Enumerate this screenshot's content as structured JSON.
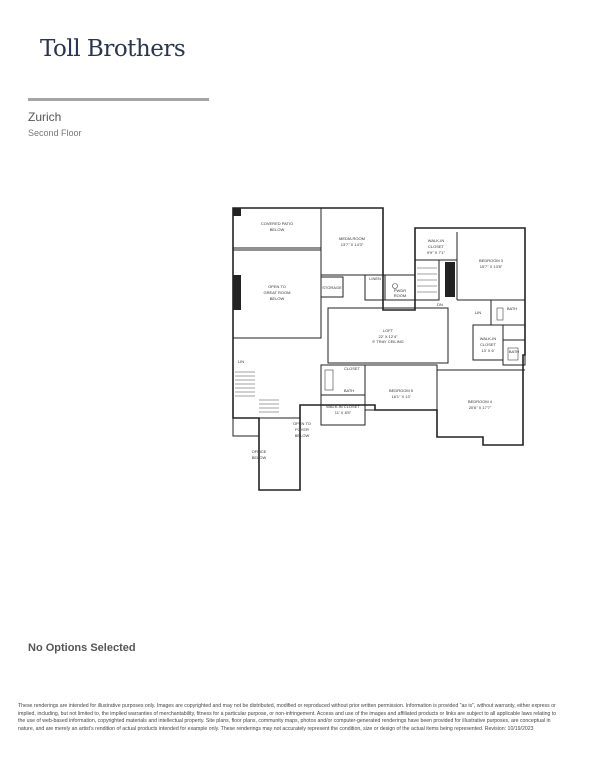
{
  "brand": {
    "logo_text": "Toll Brothers"
  },
  "plan": {
    "model_name": "Zurich",
    "floor_name": "Second Floor",
    "rooms": [
      {
        "id": "covered-patio",
        "lines": [
          "COVERED PATIO",
          "BELOW"
        ]
      },
      {
        "id": "media-room",
        "lines": [
          "MEDIA ROOM",
          "13'7\" X 14'3\""
        ]
      },
      {
        "id": "walk-in-closet-1",
        "lines": [
          "WALK-IN",
          "CLOSET",
          "9'9\" X 7'1\""
        ]
      },
      {
        "id": "bedroom-3",
        "lines": [
          "BEDROOM 3",
          "15'7\" X 13'8\""
        ]
      },
      {
        "id": "open-to-great-room",
        "lines": [
          "OPEN TO",
          "GREAT ROOM",
          "BELOW"
        ]
      },
      {
        "id": "storage",
        "lines": [
          "STORAGE"
        ]
      },
      {
        "id": "linen",
        "lines": [
          "LINEN"
        ]
      },
      {
        "id": "pwdr-room",
        "lines": [
          "PWDR",
          "ROOM"
        ]
      },
      {
        "id": "bath-3",
        "lines": [
          "BATH"
        ]
      },
      {
        "id": "loft",
        "lines": [
          "LOFT",
          "22' X 12'4\"",
          "9' TRAY CEILING"
        ]
      },
      {
        "id": "walk-in-closet-2",
        "lines": [
          "WALK-IN",
          "CLOSET",
          "13' X 6'"
        ]
      },
      {
        "id": "bath-4",
        "lines": [
          "BATH"
        ]
      },
      {
        "id": "closet",
        "lines": [
          "CLOSET"
        ]
      },
      {
        "id": "bath-2",
        "lines": [
          "BATH"
        ]
      },
      {
        "id": "bedroom-5",
        "lines": [
          "BEDROOM 5",
          "16'1\" X 13'"
        ]
      },
      {
        "id": "walk-in-closet-3",
        "lines": [
          "WALK-IN CLOSET",
          "11' X 8'5\""
        ]
      },
      {
        "id": "bedroom-4",
        "lines": [
          "BEDROOM 4",
          "20'6\" X 17'7\""
        ]
      },
      {
        "id": "open-to-foyer",
        "lines": [
          "OPEN TO",
          "FOYER",
          "BELOW"
        ]
      },
      {
        "id": "office",
        "lines": [
          "OFFICE",
          "BELOW"
        ]
      },
      {
        "id": "linen-2",
        "lines": [
          "LIN"
        ]
      },
      {
        "id": "dn",
        "lines": [
          "DN"
        ]
      },
      {
        "id": "lin-3",
        "lines": [
          "LIN"
        ]
      }
    ]
  },
  "options_status": "No Options Selected",
  "disclaimer": "These renderings are intended for illustrative purposes only. Images are copyrighted and may not be distributed, modified or reproduced without prior written permission. Information is provided \"as is\", without warranty, either express or implied, including, but not limited to, the implied warranties of merchantability, fitness for a particular purpose, or non-infringement. Access and use of the images and affiliated products or links are subject to all applicable laws relating to the use of web-based information, copyrighted materials and intellectual property. Site plans, floor plans, community maps, photos and/or computer-generated renderings have been provided for illustrative purposes, are conceptual in nature, and are merely an artist's rendition of actual products intended for example only. These renderings may not accurately represent the condition, size or design of the actual items being represented. Revision: 10/19/2023"
}
